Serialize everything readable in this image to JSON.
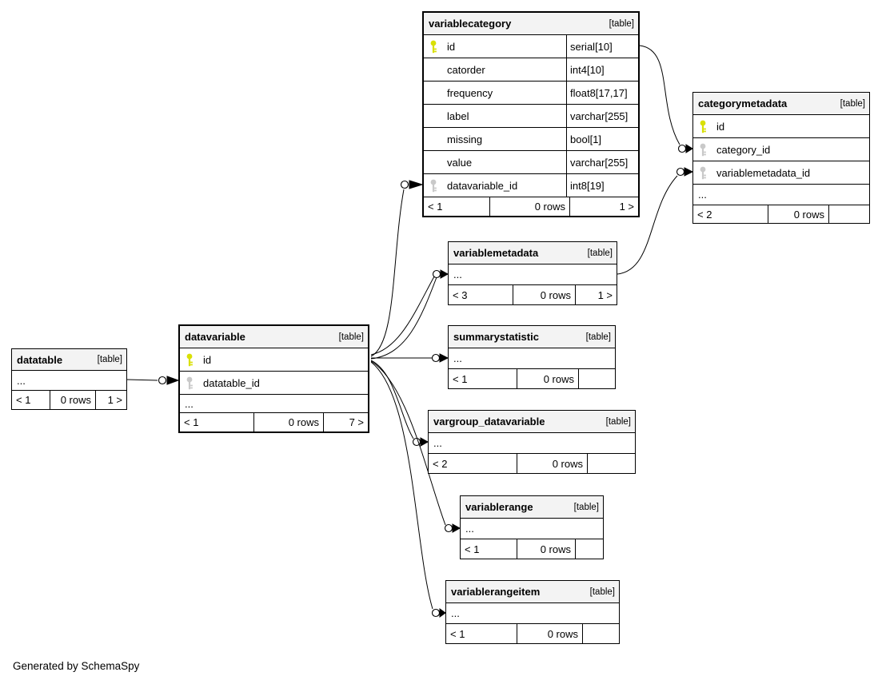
{
  "footer_note": "Generated by SchemaSpy",
  "colors": {
    "primary_key_icon": "#d9e005",
    "foreign_key_icon": "#c9c9c9",
    "table_header_bg": "#f3f3f3",
    "border_and_lines": "#000000",
    "background": "#ffffff"
  },
  "icons": {
    "primary_key": "yellow-key-icon",
    "foreign_key": "gray-key-icon"
  },
  "tables": {
    "variablecategory": {
      "title": "variablecategory",
      "tag": "[table]",
      "columns": [
        {
          "name": "id",
          "type": "serial[10]",
          "key": "pk"
        },
        {
          "name": "catorder",
          "type": "int4[10]",
          "key": null
        },
        {
          "name": "frequency",
          "type": "float8[17,17]",
          "key": null
        },
        {
          "name": "label",
          "type": "varchar[255]",
          "key": null
        },
        {
          "name": "missing",
          "type": "bool[1]",
          "key": null
        },
        {
          "name": "value",
          "type": "varchar[255]",
          "key": null
        },
        {
          "name": "datavariable_id",
          "type": "int8[19]",
          "key": "fk"
        }
      ],
      "footer": {
        "left": "< 1",
        "center": "0 rows",
        "right": "1 >"
      }
    },
    "categorymetadata": {
      "title": "categorymetadata",
      "tag": "[table]",
      "columns": [
        {
          "name": "id",
          "key": "pk"
        },
        {
          "name": "category_id",
          "key": "fk"
        },
        {
          "name": "variablemetadata_id",
          "key": "fk"
        },
        {
          "name": "...",
          "key": null
        }
      ],
      "footer": {
        "left": "< 2",
        "center": "0 rows",
        "right": ""
      }
    },
    "variablemetadata": {
      "title": "variablemetadata",
      "tag": "[table]",
      "columns": [
        {
          "name": "...",
          "key": null
        }
      ],
      "footer": {
        "left": "< 3",
        "center": "0 rows",
        "right": "1 >"
      }
    },
    "summarystatistic": {
      "title": "summarystatistic",
      "tag": "[table]",
      "columns": [
        {
          "name": "...",
          "key": null
        }
      ],
      "footer": {
        "left": "< 1",
        "center": "0 rows",
        "right": ""
      }
    },
    "vargroup_datavariable": {
      "title": "vargroup_datavariable",
      "tag": "[table]",
      "columns": [
        {
          "name": "...",
          "key": null
        }
      ],
      "footer": {
        "left": "< 2",
        "center": "0 rows",
        "right": ""
      }
    },
    "variablerange": {
      "title": "variablerange",
      "tag": "[table]",
      "columns": [
        {
          "name": "...",
          "key": null
        }
      ],
      "footer": {
        "left": "< 1",
        "center": "0 rows",
        "right": ""
      }
    },
    "variablerangeitem": {
      "title": "variablerangeitem",
      "tag": "[table]",
      "columns": [
        {
          "name": "...",
          "key": null
        }
      ],
      "footer": {
        "left": "< 1",
        "center": "0 rows",
        "right": ""
      }
    },
    "datavariable": {
      "title": "datavariable",
      "tag": "[table]",
      "columns": [
        {
          "name": "id",
          "key": "pk"
        },
        {
          "name": "datatable_id",
          "key": "fk"
        },
        {
          "name": "...",
          "key": null
        }
      ],
      "footer": {
        "left": "< 1",
        "center": "0 rows",
        "right": "7 >"
      }
    },
    "datatable": {
      "title": "datatable",
      "tag": "[table]",
      "columns": [
        {
          "name": "...",
          "key": null
        }
      ],
      "footer": {
        "left": "< 1",
        "center": "0 rows",
        "right": "1 >"
      }
    }
  },
  "relationships": [
    {
      "from": "datatable",
      "to": "datavariable.datatable_id"
    },
    {
      "from": "datavariable.id",
      "to": "variablecategory.datavariable_id"
    },
    {
      "from": "datavariable.id",
      "to": "variablemetadata"
    },
    {
      "from": "datavariable.id",
      "to": "variablemetadata"
    },
    {
      "from": "datavariable.id",
      "to": "summarystatistic"
    },
    {
      "from": "datavariable.id",
      "to": "vargroup_datavariable"
    },
    {
      "from": "datavariable.id",
      "to": "variablerange"
    },
    {
      "from": "datavariable.id",
      "to": "variablerangeitem"
    },
    {
      "from": "variablecategory.id",
      "to": "categorymetadata.category_id"
    },
    {
      "from": "variablemetadata",
      "to": "categorymetadata.variablemetadata_id"
    }
  ]
}
